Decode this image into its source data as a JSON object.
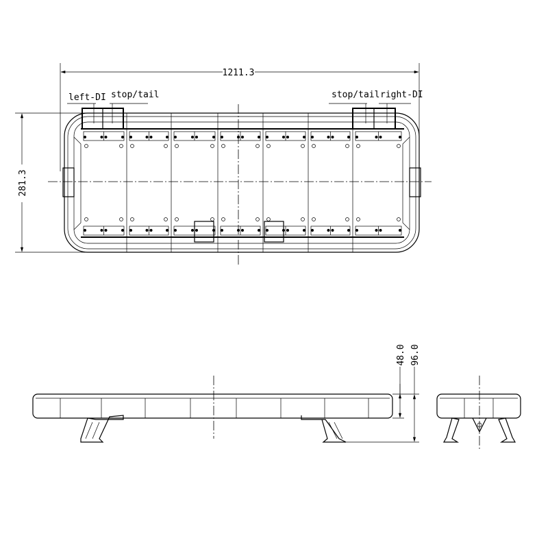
{
  "drawing": {
    "top_view": {
      "overall_length": "1211.3",
      "overall_width": "281.3",
      "labels": {
        "left_di": "left-DI",
        "stop_tail_left": "stop/tail",
        "stop_tail_right": "stop/tail",
        "right_di": "right-DI"
      }
    },
    "side_view": {
      "height_lens": "48.0",
      "height_total": "96.0"
    }
  }
}
